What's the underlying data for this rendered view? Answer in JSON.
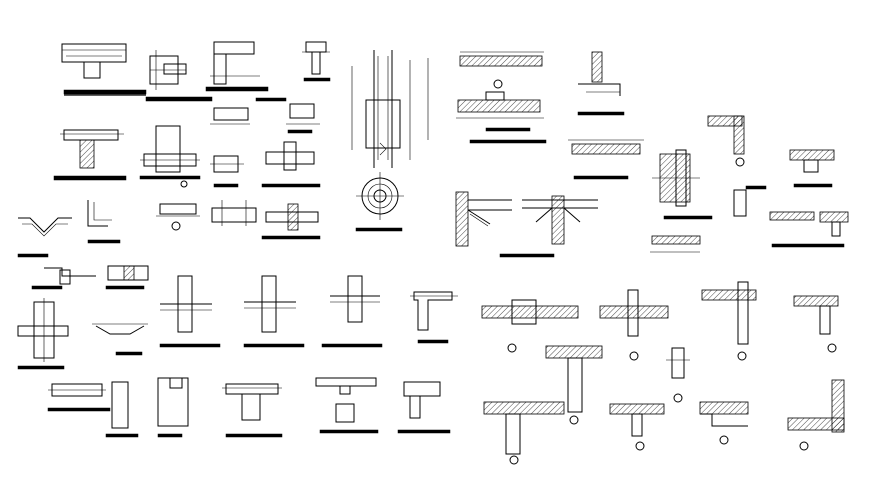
{
  "drawing": {
    "type": "structural-detail-sheet",
    "background": "#ffffff",
    "line_color": "#000000",
    "caption_text_legible": false
  },
  "details": [
    {
      "name": "beam-column-joint-a"
    },
    {
      "name": "beam-bearing-b"
    },
    {
      "name": "beam-column-c"
    },
    {
      "name": "small-tee-joint"
    },
    {
      "name": "column-rebar-elevation"
    },
    {
      "name": "slab-section-top-a"
    },
    {
      "name": "slab-section-top-b"
    },
    {
      "name": "wall-corner-top"
    },
    {
      "name": "wall-end-detail"
    },
    {
      "name": "column-plate-section"
    },
    {
      "name": "slab-beam-mid"
    },
    {
      "name": "beam-slab-mid-small"
    },
    {
      "name": "beam-end-small"
    },
    {
      "name": "beam-slab-small"
    },
    {
      "name": "wall-column-section"
    },
    {
      "name": "dimension-strip"
    },
    {
      "name": "haunch-bracket-left"
    },
    {
      "name": "haunch-bracket-right"
    },
    {
      "name": "circular-column-section"
    },
    {
      "name": "wall-corner-right"
    },
    {
      "name": "step-section-right"
    },
    {
      "name": "slab-opening-left"
    },
    {
      "name": "angle-bracket-left"
    },
    {
      "name": "rebar-hook-detail"
    },
    {
      "name": "small-beam-detail"
    },
    {
      "name": "small-slab-detail"
    },
    {
      "name": "tee-joint-center"
    },
    {
      "name": "slab-step-left"
    },
    {
      "name": "beam-wide-flange"
    },
    {
      "name": "column-joint-lower-a"
    },
    {
      "name": "column-joint-lower-b"
    },
    {
      "name": "column-joint-lower-c"
    },
    {
      "name": "column-joint-lower-d"
    },
    {
      "name": "wall-joint-lower-left"
    },
    {
      "name": "beam-slab-lower-left"
    },
    {
      "name": "column-bottom-a"
    },
    {
      "name": "column-bottom-b"
    },
    {
      "name": "slab-opening-bottom-a"
    },
    {
      "name": "slab-opening-bottom-b"
    },
    {
      "name": "corner-bottom"
    },
    {
      "name": "slab-joint-r1"
    },
    {
      "name": "slab-column-r1"
    },
    {
      "name": "wall-column-r1"
    },
    {
      "name": "wall-slab-r1"
    },
    {
      "name": "beam-column-r2"
    },
    {
      "name": "column-small-r2"
    },
    {
      "name": "beam-end-r3"
    },
    {
      "name": "slab-wall-r3"
    },
    {
      "name": "step-r3"
    },
    {
      "name": "l-wall-r3"
    },
    {
      "name": "slab-small-r3"
    }
  ]
}
